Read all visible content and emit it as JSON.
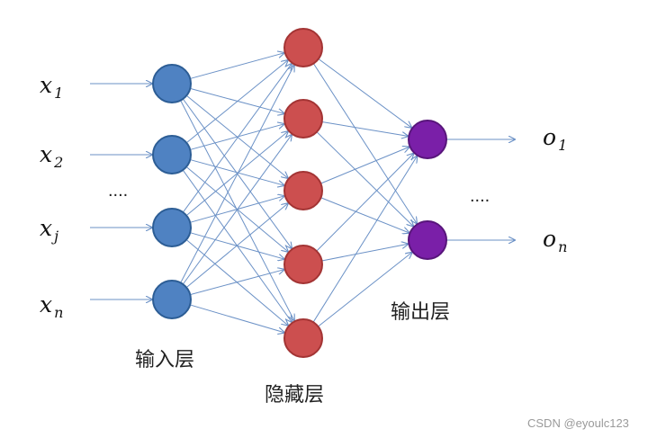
{
  "diagram": {
    "inputs": [
      {
        "base": "x",
        "sub": "1"
      },
      {
        "base": "x",
        "sub": "2"
      },
      {
        "base": "x",
        "sub": "j"
      },
      {
        "base": "x",
        "sub": "n"
      }
    ],
    "outputs": [
      {
        "base": "o",
        "sub": "1"
      },
      {
        "base": "o",
        "sub": "n"
      }
    ],
    "ellipsis_input": "....",
    "ellipsis_output": "....",
    "labels": {
      "input_layer": "输入层",
      "hidden_layer": "隐藏层",
      "output_layer": "输出层"
    },
    "layers": {
      "input_nodes": 4,
      "hidden_nodes": 5,
      "output_nodes": 2
    },
    "colors": {
      "input_node": "#4f82c2",
      "input_stroke": "#2c5d95",
      "hidden_node": "#cc4f4f",
      "hidden_stroke": "#a33434",
      "output_node": "#7a1fa8",
      "output_stroke": "#58157b",
      "connection": "#6b91c6"
    }
  },
  "watermark": "CSDN @eyoulc123"
}
